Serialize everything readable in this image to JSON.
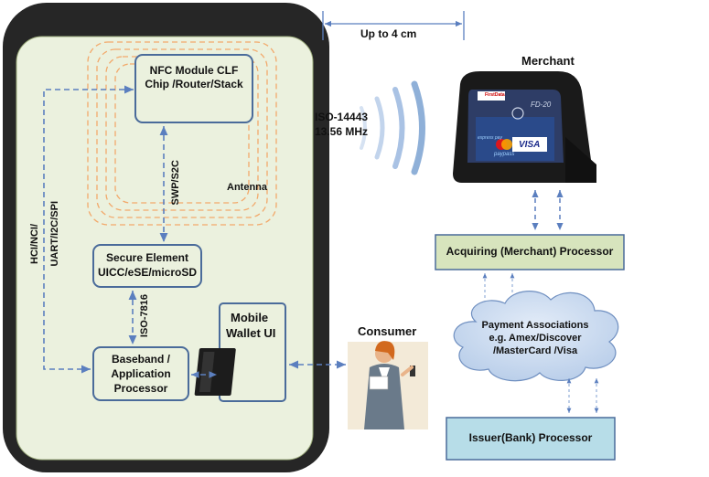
{
  "measure": {
    "label": "Up to 4 cm"
  },
  "merchant": {
    "label": "Merchant",
    "terminal_brand": "FirstData",
    "terminal_model": "FD-20",
    "card_logo_1": "VISA",
    "card_logo_2": "paypass",
    "card_logo_3": "express pay"
  },
  "iso": {
    "line1": "ISO-14443",
    "line2": "13.56 MHz"
  },
  "phone": {
    "nfc_module": "NFC Module CLF Chip /Router/Stack",
    "antenna": "Antenna",
    "swp": "SWP/S2C",
    "secure_element_line1": "Secure Element",
    "secure_element_line2": "UICC/eSE/microSD",
    "hci": "HCI/NCI/",
    "uart": "UART/I2C/SPI",
    "iso7816": "ISO-7816",
    "baseband_line1": "Baseband /",
    "baseband_line2": "Application",
    "baseband_line3": "Processor",
    "wallet_line1": "Mobile",
    "wallet_line2": "Wallet UI"
  },
  "consumer": {
    "label": "Consumer"
  },
  "acquiring": {
    "label": "Acquiring (Merchant) Processor"
  },
  "associations": {
    "line1": "Payment Associations",
    "line2": "e.g. Amex/Discover",
    "line3": "/MasterCard /Visa"
  },
  "issuer": {
    "label": "Issuer(Bank) Processor"
  },
  "colors": {
    "phone_body": "#262626",
    "phone_screen": "#ebf1de",
    "box_border": "#4a6b9a",
    "arrow": "#5b7fbf",
    "antenna_lines": "#f2a96b",
    "acquiring_fill": "#d7e4bd",
    "cloud_fill": "#c6d9f1",
    "issuer_fill": "#b7dde8",
    "wave": "#8fb0d8"
  }
}
